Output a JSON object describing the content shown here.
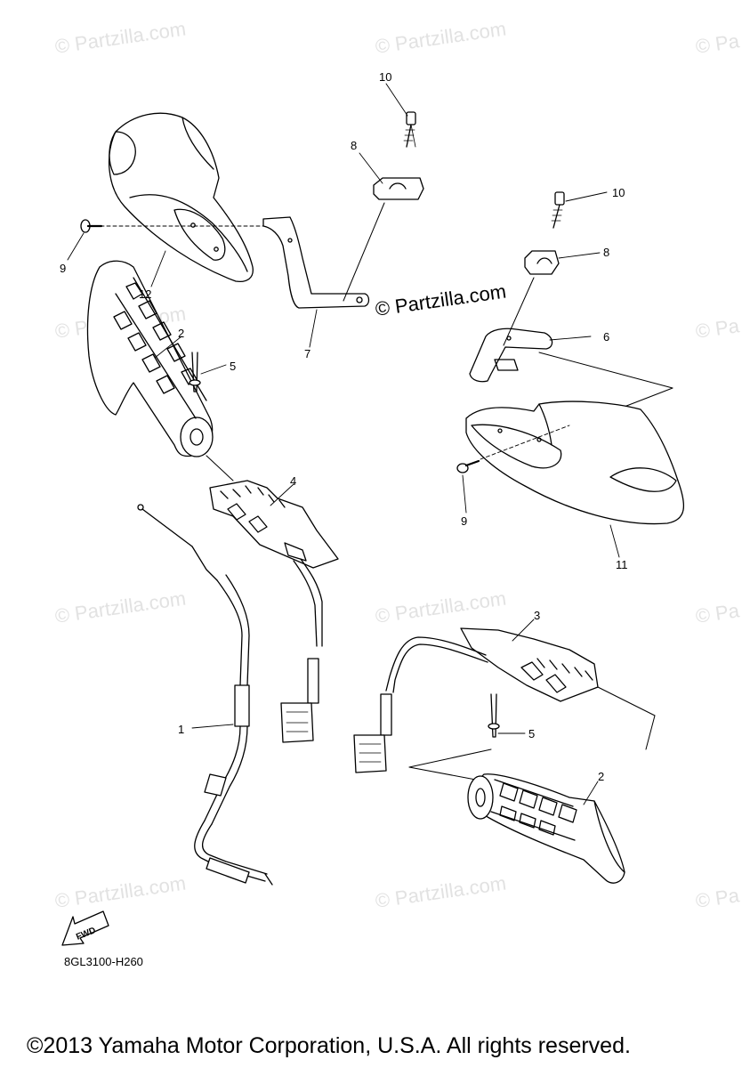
{
  "watermark": "© Partzilla.com",
  "watermark_mark": "© Pa",
  "brand_mark": "© Partzilla.com",
  "callouts": {
    "c1": "1",
    "c2a": "2",
    "c2b": "2",
    "c3": "3",
    "c4": "4",
    "c5a": "5",
    "c5b": "5",
    "c6": "6",
    "c7": "7",
    "c8a": "8",
    "c8b": "8",
    "c9a": "9",
    "c9b": "9",
    "c10a": "10",
    "c10b": "10",
    "c11": "11",
    "c12": "12"
  },
  "fwd_label": "FWD",
  "diagram_code": "8GL3100-H260",
  "copyright": "©2013 Yamaha Motor Corporation, U.S.A. All rights reserved."
}
